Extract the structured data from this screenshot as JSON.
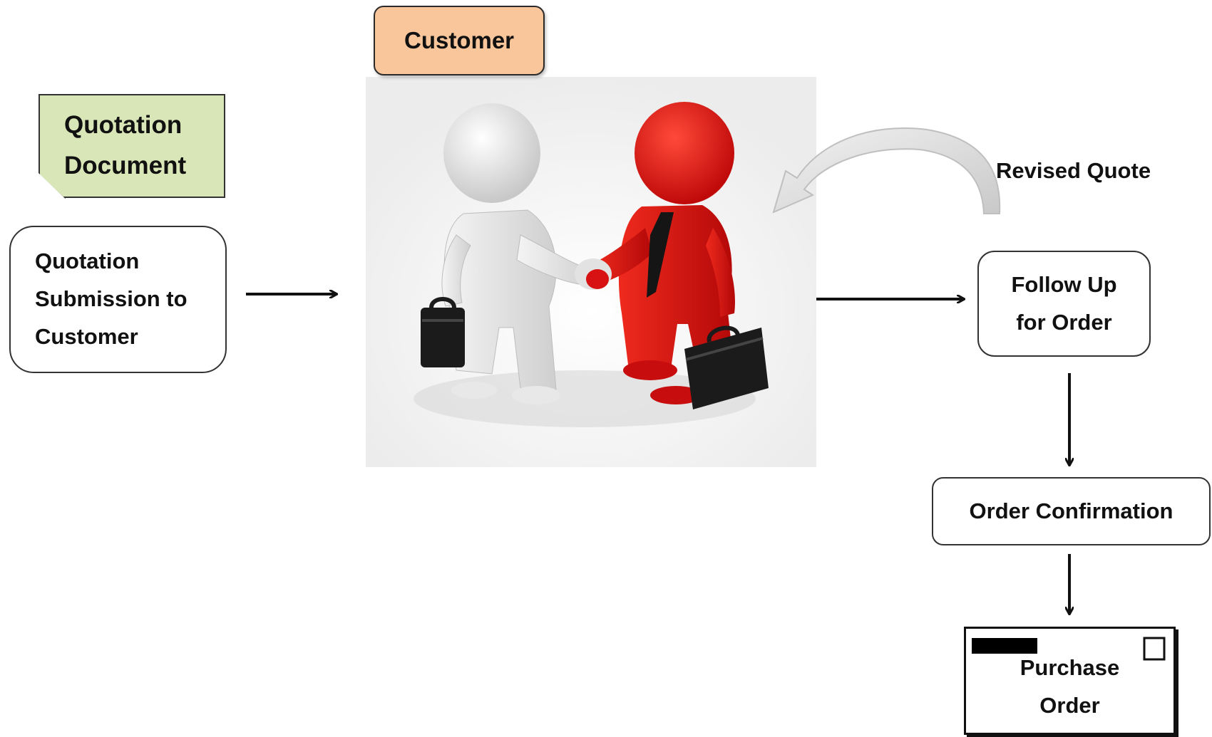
{
  "customer_label": "Customer",
  "quotation_document": {
    "line1": "Quotation",
    "line2": "Document"
  },
  "submission": {
    "line1": "Quotation",
    "line2": "Submission to",
    "line3": "Customer"
  },
  "revised_quote": "Revised Quote",
  "follow_up": {
    "line1": "Follow Up",
    "line2": "for Order"
  },
  "order_confirmation": "Order Confirmation",
  "purchase_order": {
    "line1": "Purchase",
    "line2": "Order"
  },
  "icons": [
    "handshake-illustration-icon",
    "briefcase-icon",
    "curved-arrow-icon"
  ],
  "colors": {
    "customer_fill": "#f9c59a",
    "document_fill": "#d9e6b7",
    "red_figure": "#e01010",
    "white_figure": "#e6e6e6"
  }
}
